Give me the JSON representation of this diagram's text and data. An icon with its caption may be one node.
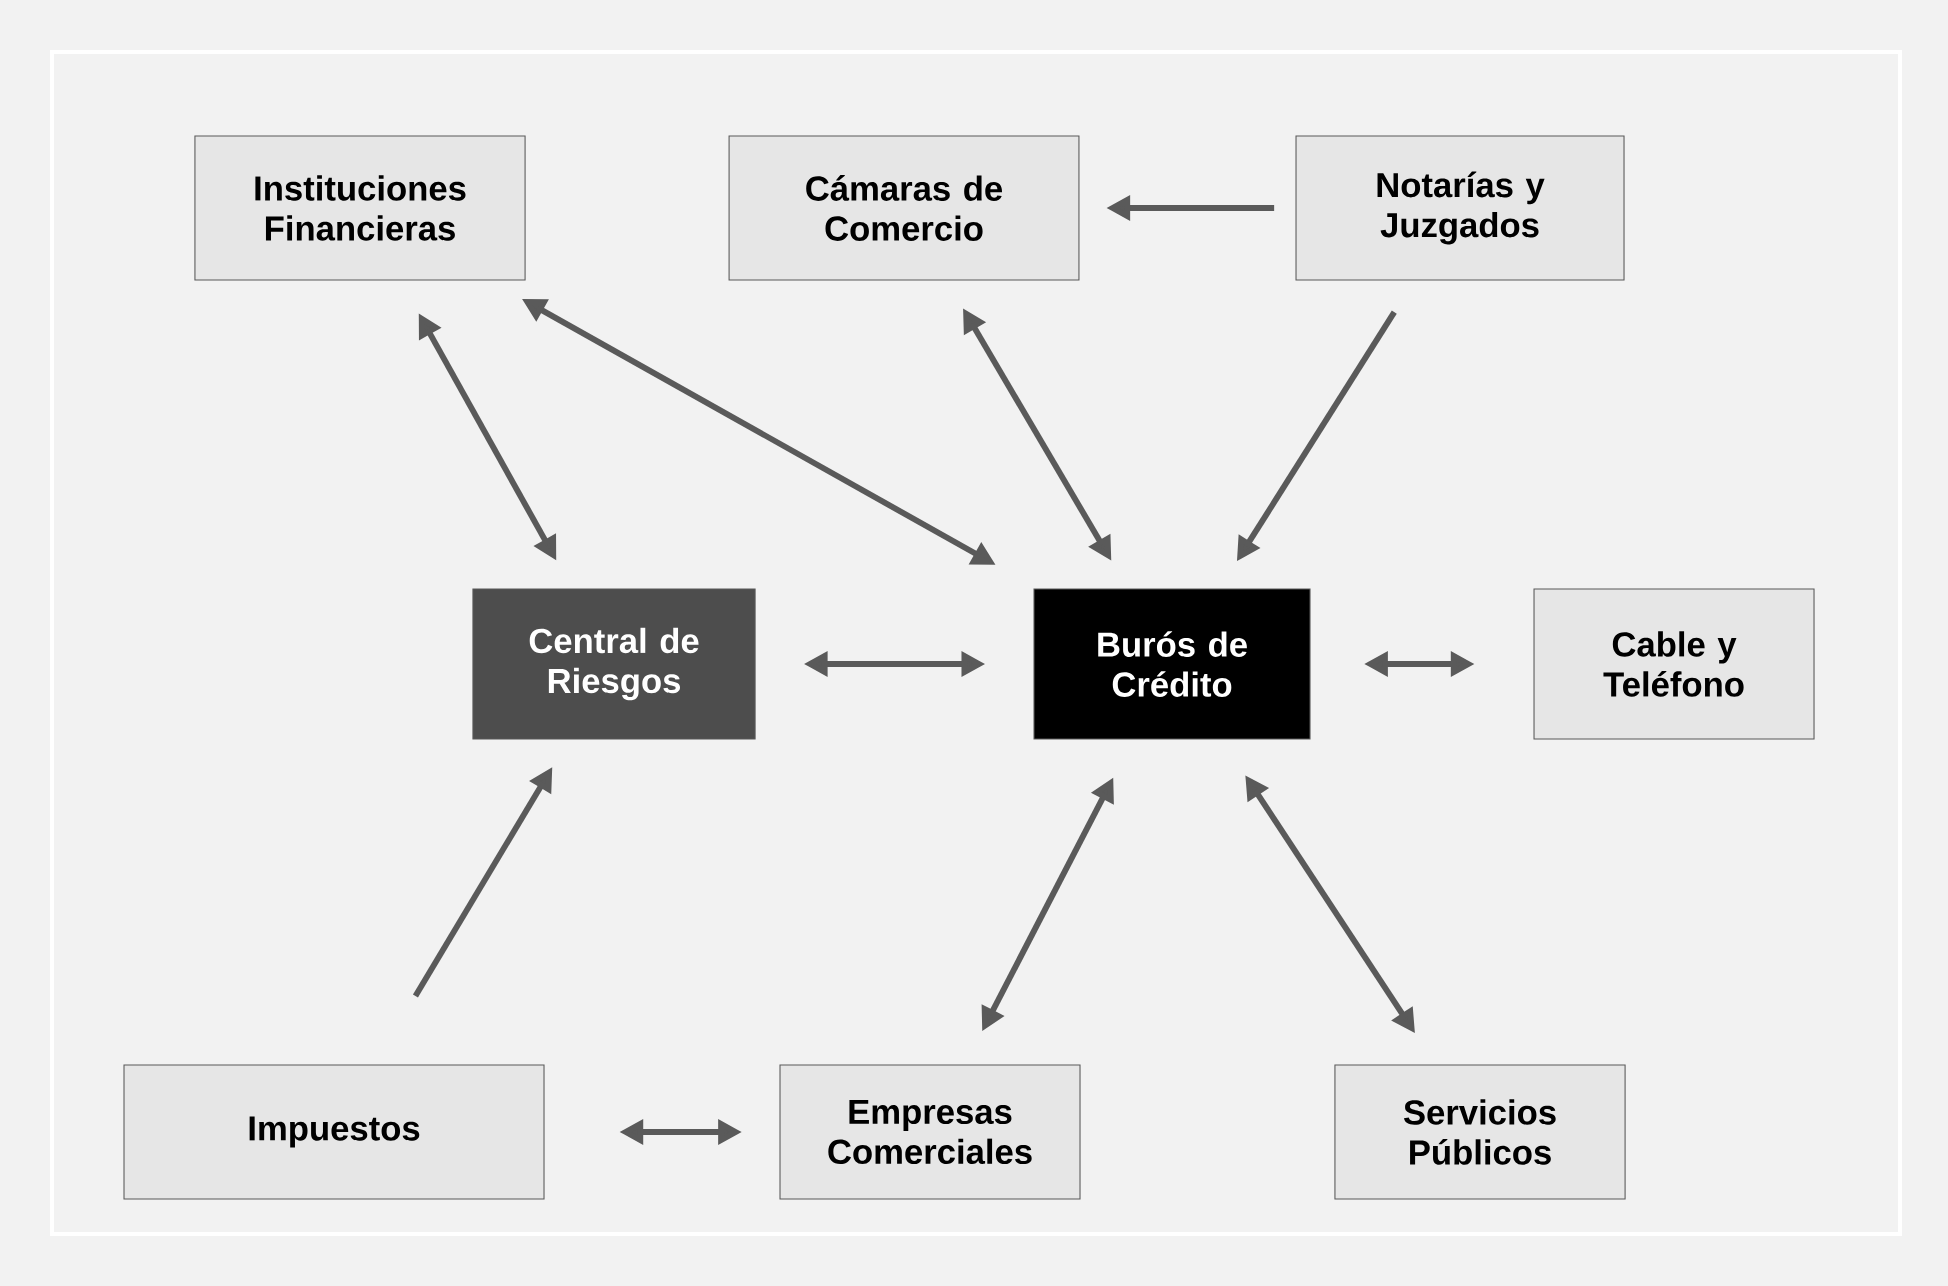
{
  "diagram": {
    "nodes": [
      {
        "text": [
          "Instituciones Financieras"
        ]
      },
      {
        "text": [
          "Cámaras de Comercio"
        ]
      },
      {
        "text": [
          "Notarías y Juzgados"
        ]
      },
      {
        "text": [
          "Central de Riesgos"
        ]
      },
      {
        "text": [
          "Burós de Crédito"
        ]
      },
      {
        "text": [
          "Cable y Teléfono"
        ]
      },
      {
        "text": [
          "Impuestos"
        ]
      },
      {
        "text": [
          "Empresas Comerciales"
        ]
      },
      {
        "text": [
          "Servicios Públicos"
        ]
      }
    ],
    "edges": [
      {
        "from": 2,
        "to": 1,
        "arrow": "to"
      },
      {
        "from": 2,
        "to": 4,
        "arrow": "to"
      },
      {
        "from": 1,
        "to": 4,
        "arrow": "both"
      },
      {
        "from": 0,
        "to": 3,
        "arrow": "both"
      },
      {
        "from": 0,
        "to": 4,
        "arrow": "both"
      },
      {
        "from": 3,
        "to": 4,
        "arrow": "both"
      },
      {
        "from": 4,
        "to": 5,
        "arrow": "both"
      },
      {
        "from": 6,
        "to": 3,
        "arrow": "to"
      },
      {
        "from": 7,
        "to": 4,
        "arrow": "both"
      },
      {
        "from": 4,
        "to": 8,
        "arrow": "both"
      },
      {
        "from": 6,
        "to": 7,
        "arrow": "both"
      }
    ]
  }
}
